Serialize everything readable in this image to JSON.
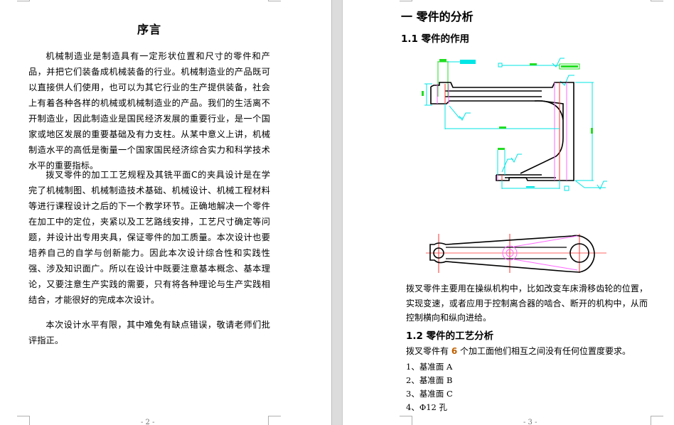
{
  "left_page": {
    "title": "序言",
    "paragraphs": [
      "机械制造业是制造具有一定形状位置和尺寸的零件和产品，并把它们装备成机械装备的行业。机械制造业的产品既可以直接供人们使用，也可以为其它行业的生产提供装备，社会上有着各种各样的机械或机械制造业的产品。我们的生活离不开制造业，因此制造业是国民经济发展的重要行业，是一个国家或地区发展的重要基础及有力支柱。从某中意义上讲，机械制造水平的高低是衡量一个国家国民经济综合实力和科学技术水平的重要指标。",
      "拨叉零件的加工工艺规程及其铣平面C的夹具设计是在学完了机械制图、机械制造技术基础、机械设计、机械工程材料等进行课程设计之后的下一个教学环节。正确地解决一个零件在加工中的定位，夹紧以及工艺路线安排，工艺尺寸确定等问题，并设计出专用夹具，保证零件的加工质量。本次设计也要培养自己的自学与创新能力。因此本次设计综合性和实践性强、涉及知识面广。所以在设计中既要注意基本概念、基本理论，又要注意生产实践的需要，只有将各种理论与生产实践相结合，才能很好的完成本次设计。",
      "本次设计水平有限，其中难免有缺点错误，敬请老师们批评指正。"
    ],
    "page_number": "- 2 -"
  },
  "right_page": {
    "chapter_heading": "一  零件的分析",
    "section_1_1": "1.1 零件的作用",
    "figure_side_view": "part-side-view-drawing",
    "figure_top_view": "part-top-view-drawing",
    "paragraph_1_1": "拨叉零件主要用在操纵机构中，比如改变车床滑移齿轮的位置，实现变速，或者应用于控制离合器的啮合、断开的机构中，从而控制横向和纵向进给。",
    "section_1_2": "1.2   零件的工艺分析",
    "paragraph_1_2_prefix": "拨叉零件有 ",
    "paragraph_1_2_num": "6",
    "paragraph_1_2_suffix": " 个加工面他们相互之间没有任何位置度要求。",
    "list": [
      "1、基准面 A",
      "2、基准面 B",
      "3、基准面 C",
      "4、Φ12 孔"
    ],
    "page_number": "- 3 -"
  },
  "colors": {
    "gutter": "#dcdcdc",
    "cad_outline": "#000000",
    "cad_dimension": "#00e5e5",
    "cad_green": "#22dd22",
    "cad_magenta": "#ff66ff",
    "cad_red": "#ff3333"
  }
}
